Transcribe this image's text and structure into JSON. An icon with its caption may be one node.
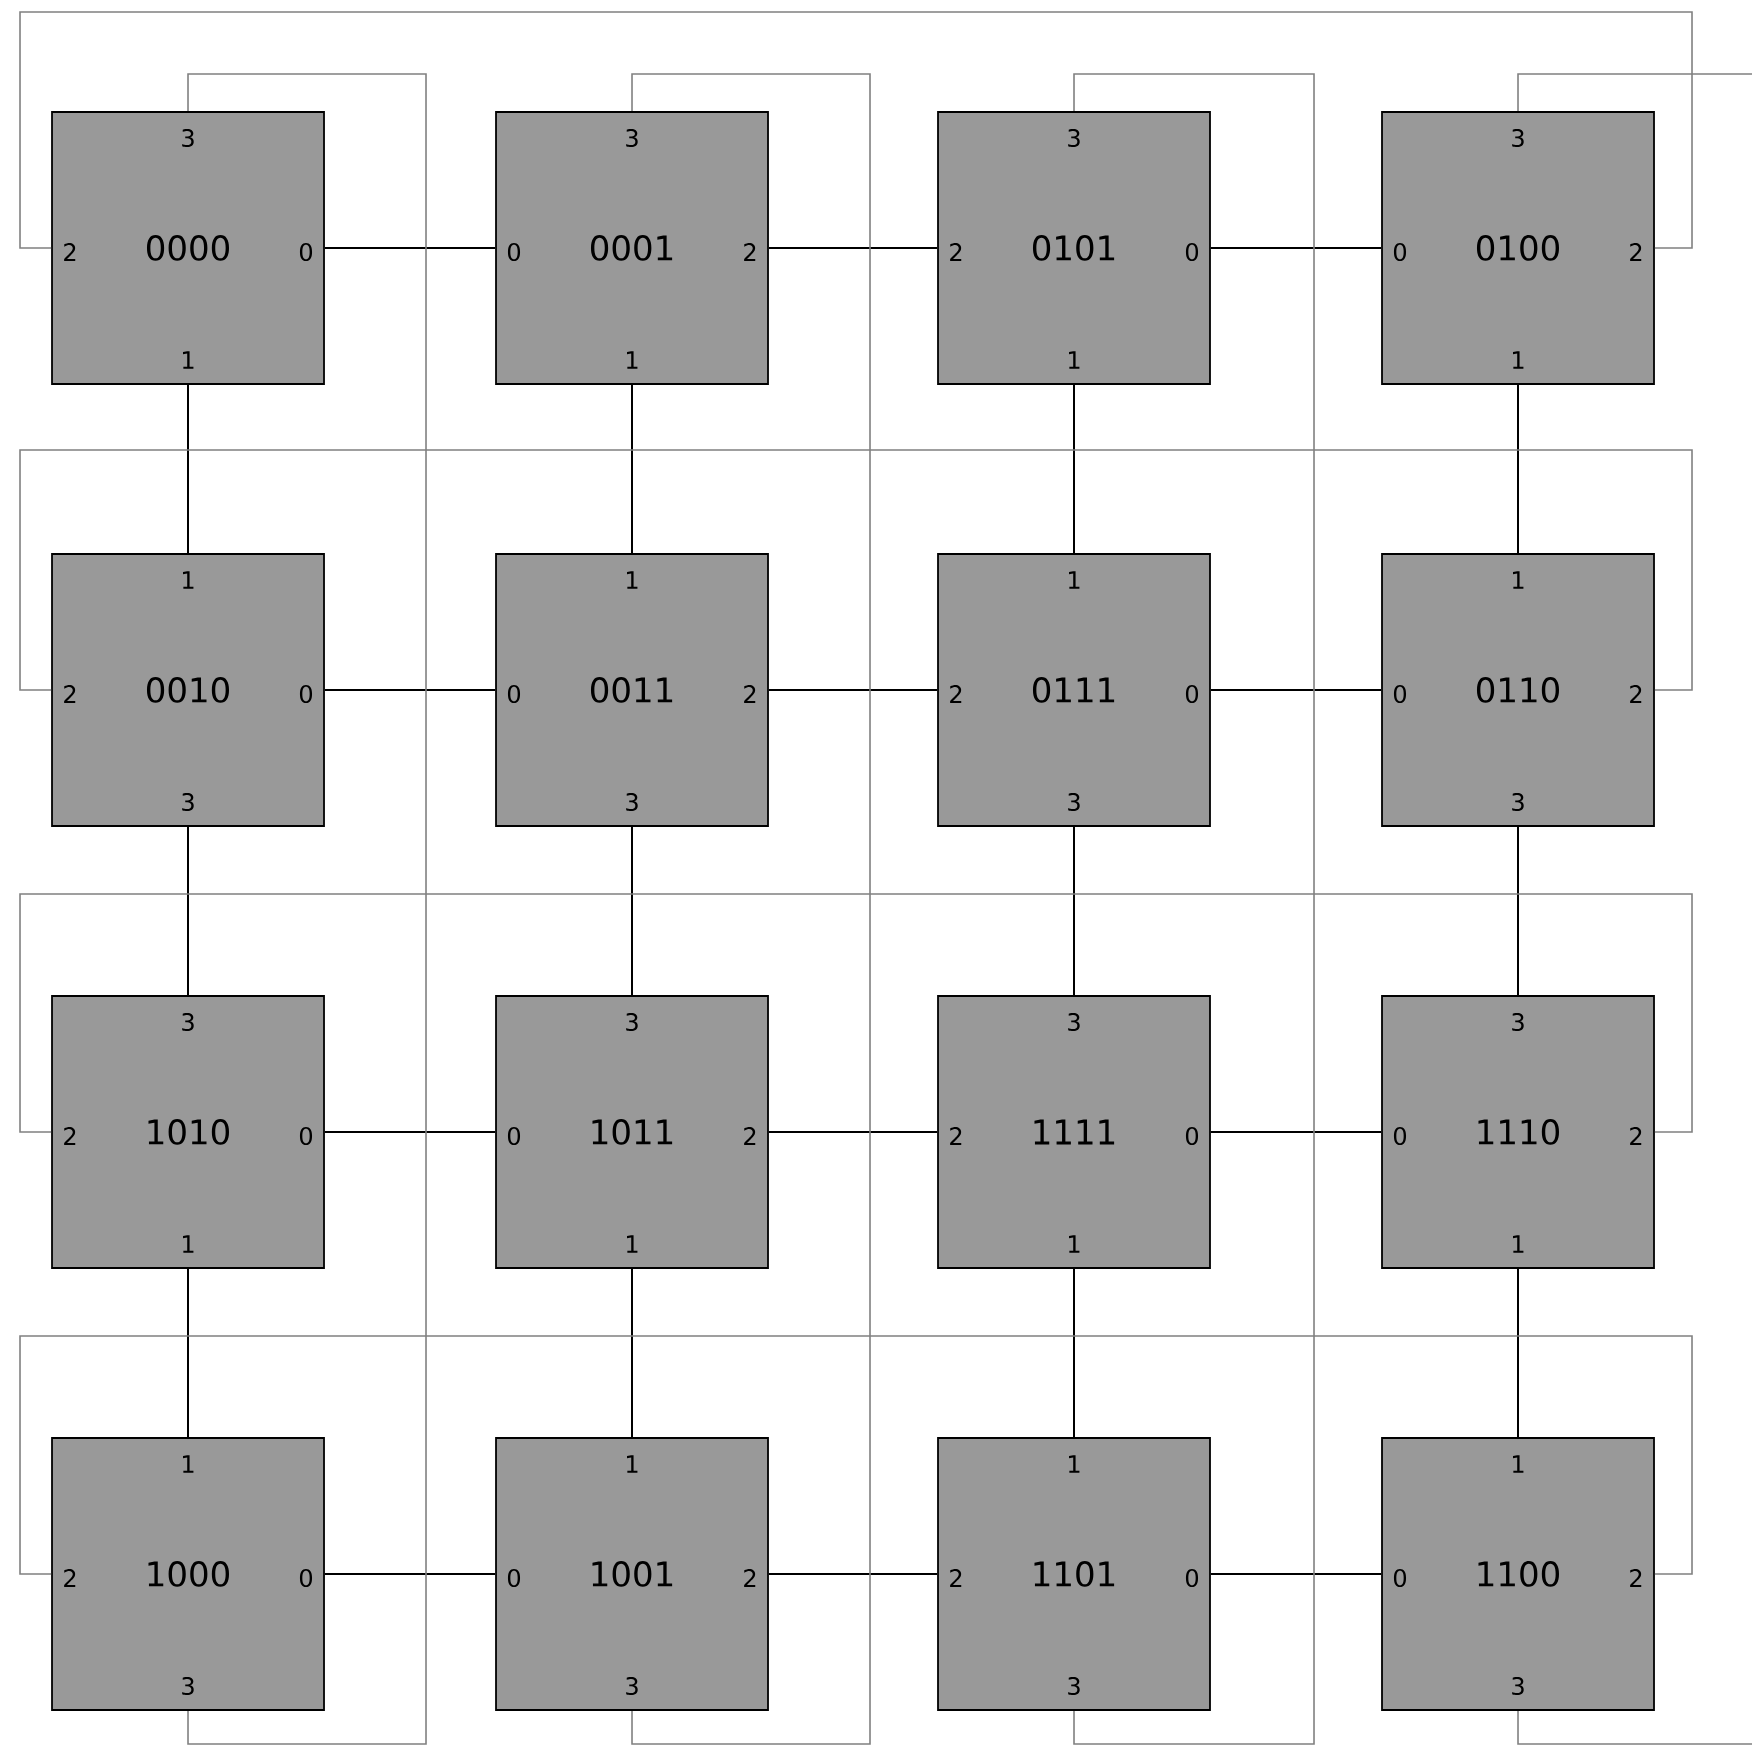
{
  "diagram": {
    "nodes": [
      {
        "text": [
          "3",
          "2",
          "0000",
          "0",
          "1"
        ]
      },
      {
        "text": [
          "3",
          "0",
          "0001",
          "2",
          "1"
        ]
      },
      {
        "text": [
          "3",
          "2",
          "0101",
          "0",
          "1"
        ]
      },
      {
        "text": [
          "3",
          "0",
          "0100",
          "2",
          "1"
        ]
      },
      {
        "text": [
          "1",
          "2",
          "0010",
          "0",
          "3"
        ]
      },
      {
        "text": [
          "1",
          "0",
          "0011",
          "2",
          "3"
        ]
      },
      {
        "text": [
          "1",
          "2",
          "0111",
          "0",
          "3"
        ]
      },
      {
        "text": [
          "1",
          "0",
          "0110",
          "2",
          "3"
        ]
      },
      {
        "text": [
          "3",
          "2",
          "1010",
          "0",
          "1"
        ]
      },
      {
        "text": [
          "3",
          "0",
          "1011",
          "2",
          "1"
        ]
      },
      {
        "text": [
          "3",
          "2",
          "1111",
          "0",
          "1"
        ]
      },
      {
        "text": [
          "3",
          "0",
          "1110",
          "2",
          "1"
        ]
      },
      {
        "text": [
          "1",
          "2",
          "1000",
          "0",
          "3"
        ]
      },
      {
        "text": [
          "1",
          "0",
          "1001",
          "2",
          "3"
        ]
      },
      {
        "text": [
          "1",
          "2",
          "1101",
          "0",
          "3"
        ]
      },
      {
        "text": [
          "1",
          "0",
          "1100",
          "2",
          "3"
        ]
      }
    ],
    "edges": [
      {
        "from": 0,
        "to": 1,
        "arrow": "none"
      },
      {
        "from": 1,
        "to": 2,
        "arrow": "none"
      },
      {
        "from": 2,
        "to": 3,
        "arrow": "none"
      },
      {
        "from": 4,
        "to": 5,
        "arrow": "none"
      },
      {
        "from": 5,
        "to": 6,
        "arrow": "none"
      },
      {
        "from": 6,
        "to": 7,
        "arrow": "none"
      },
      {
        "from": 8,
        "to": 9,
        "arrow": "none"
      },
      {
        "from": 9,
        "to": 10,
        "arrow": "none"
      },
      {
        "from": 10,
        "to": 11,
        "arrow": "none"
      },
      {
        "from": 12,
        "to": 13,
        "arrow": "none"
      },
      {
        "from": 13,
        "to": 14,
        "arrow": "none"
      },
      {
        "from": 14,
        "to": 15,
        "arrow": "none"
      },
      {
        "from": 0,
        "to": 4,
        "arrow": "none"
      },
      {
        "from": 4,
        "to": 8,
        "arrow": "none"
      },
      {
        "from": 8,
        "to": 12,
        "arrow": "none"
      },
      {
        "from": 1,
        "to": 5,
        "arrow": "none"
      },
      {
        "from": 5,
        "to": 9,
        "arrow": "none"
      },
      {
        "from": 9,
        "to": 13,
        "arrow": "none"
      },
      {
        "from": 2,
        "to": 6,
        "arrow": "none"
      },
      {
        "from": 6,
        "to": 10,
        "arrow": "none"
      },
      {
        "from": 10,
        "to": 14,
        "arrow": "none"
      },
      {
        "from": 3,
        "to": 7,
        "arrow": "none"
      },
      {
        "from": 7,
        "to": 11,
        "arrow": "none"
      },
      {
        "from": 11,
        "to": 15,
        "arrow": "none"
      },
      {
        "from": 0,
        "to": 3,
        "arrow": "none",
        "color": "#808080"
      },
      {
        "from": 4,
        "to": 7,
        "arrow": "none",
        "color": "#808080"
      },
      {
        "from": 8,
        "to": 11,
        "arrow": "none",
        "color": "#808080"
      },
      {
        "from": 12,
        "to": 15,
        "arrow": "none",
        "color": "#808080"
      },
      {
        "from": 0,
        "to": 12,
        "arrow": "none",
        "color": "#808080"
      },
      {
        "from": 1,
        "to": 13,
        "arrow": "none",
        "color": "#808080"
      },
      {
        "from": 2,
        "to": 14,
        "arrow": "none",
        "color": "#808080"
      },
      {
        "from": 3,
        "to": 15,
        "arrow": "none",
        "color": "#808080"
      }
    ]
  }
}
